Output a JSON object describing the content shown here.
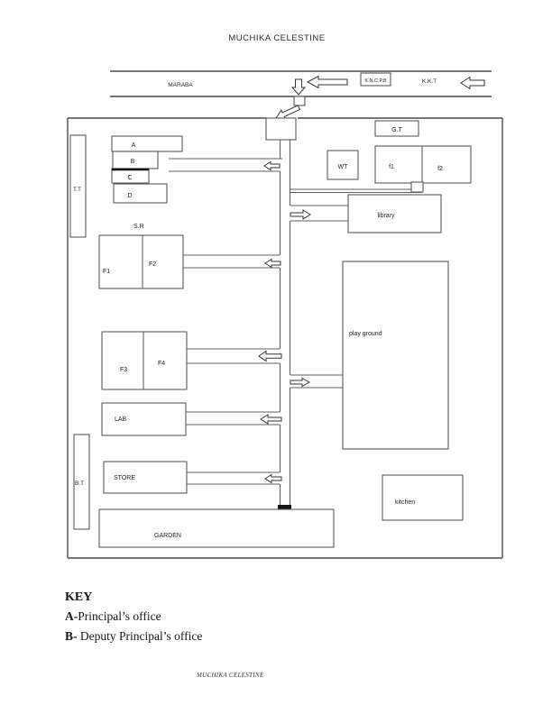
{
  "page": {
    "title": "MUCHIKA CELESTINE",
    "footer": "MUCHIKA CELESTINE"
  },
  "road": {
    "name": "MARABA",
    "signs": {
      "kncpb": "K.N.C.P.B",
      "kkt": "K.K.T"
    }
  },
  "map": {
    "labels": {
      "tt": "T.T",
      "a": "A",
      "b": "B",
      "c": "C",
      "d": "D",
      "sr": "S.R",
      "f1_cap": "F1",
      "f2_cap": "F2",
      "f3": "F3",
      "f4": "F4",
      "lab": "LAB",
      "bt": "B.T",
      "store": "STORE",
      "garden": "GARDEN",
      "gt": "G.T",
      "wt": "WT",
      "f1": "f1",
      "f2": "f2",
      "library": "library",
      "playground": "play ground",
      "kitchen": "kitchen"
    }
  },
  "key": {
    "heading": "KEY",
    "entries": [
      {
        "prefix": "A-",
        "text": "Principal’s office"
      },
      {
        "prefix": "B-",
        "text": " Deputy Principal’s office"
      }
    ]
  },
  "colors": {
    "line": "#4a4a4a",
    "ink": "#1f1f1f"
  }
}
